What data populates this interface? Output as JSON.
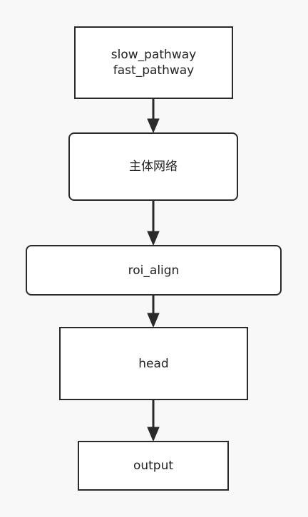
{
  "nodes": {
    "input": {
      "lines": [
        "slow_pathway",
        "fast_pathway"
      ]
    },
    "backbone": {
      "label": "主体网络"
    },
    "roi_align": {
      "label": "roi_align"
    },
    "head": {
      "label": "head"
    },
    "output": {
      "label": "output"
    }
  },
  "edges": [
    {
      "from": "input",
      "to": "backbone"
    },
    {
      "from": "backbone",
      "to": "roi_align"
    },
    {
      "from": "roi_align",
      "to": "head"
    },
    {
      "from": "head",
      "to": "output"
    }
  ],
  "colors": {
    "stroke": "#2a2a2a",
    "background": "#f8f8f8",
    "box_fill": "#ffffff"
  }
}
